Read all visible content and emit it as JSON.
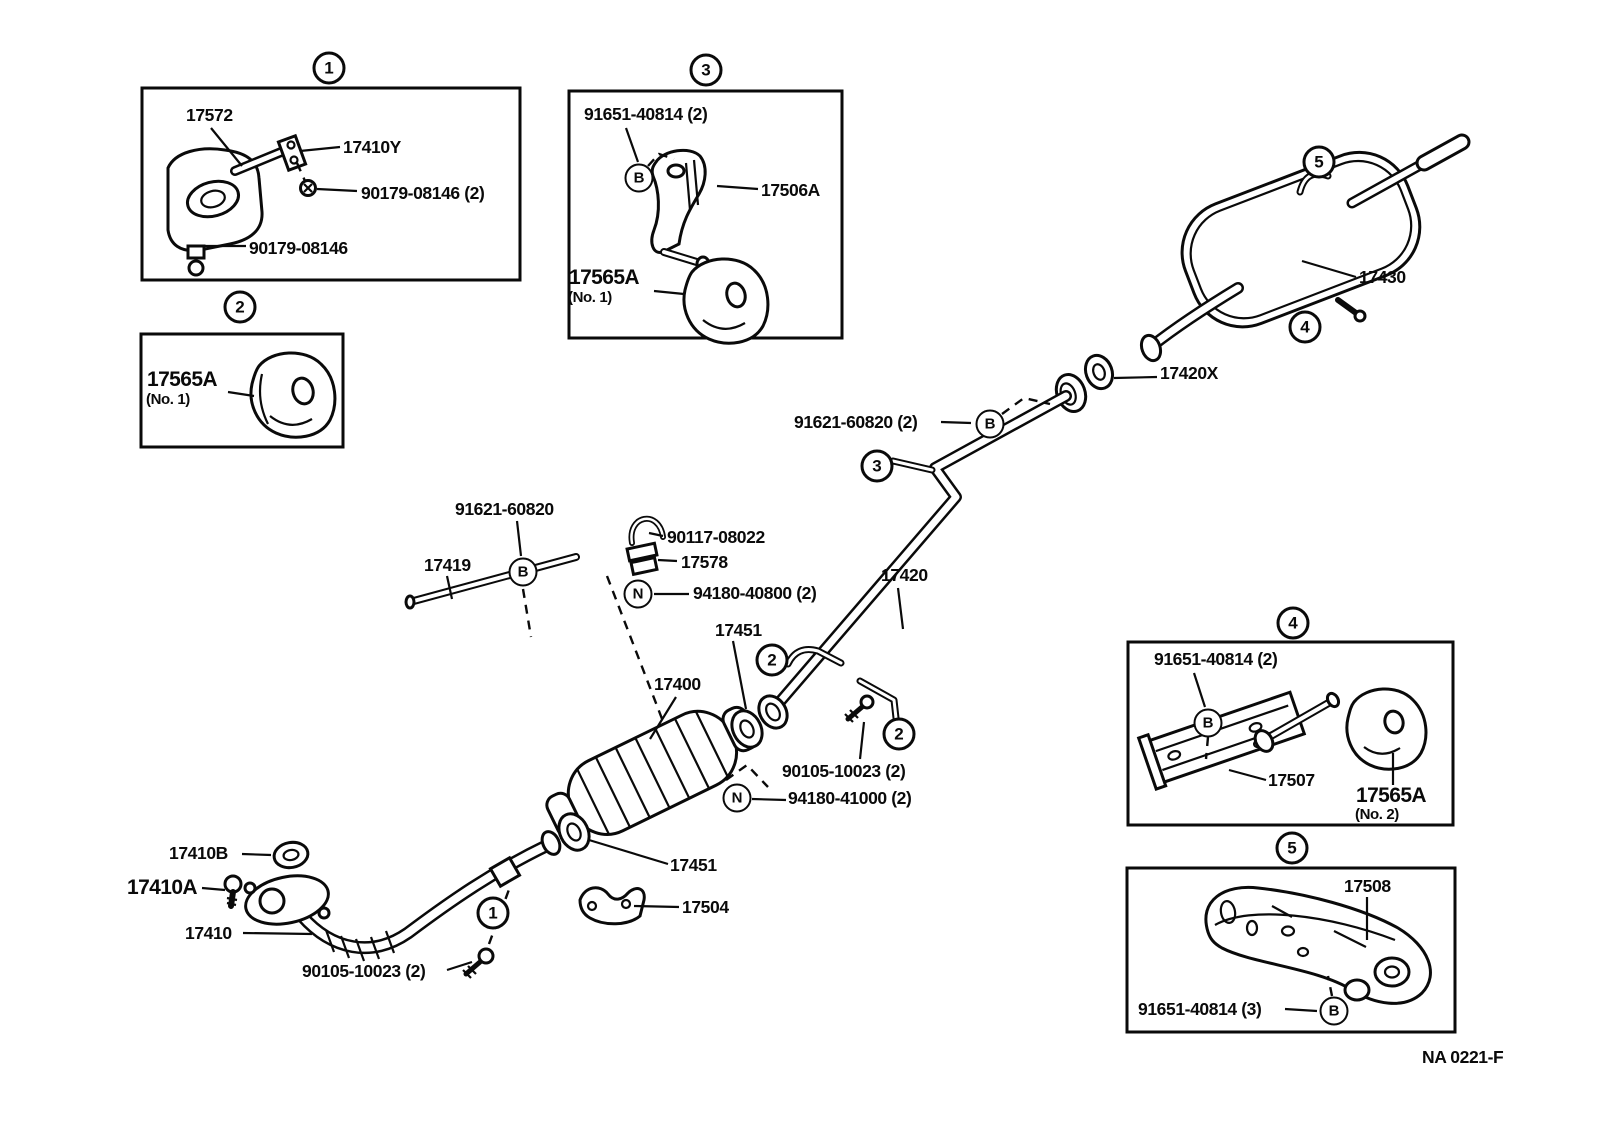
{
  "colors": {
    "ink": "#0a0a0a",
    "paper": "#ffffff"
  },
  "footer": {
    "code": "NA 0221-F"
  },
  "markers": {
    "box1": "1",
    "box2": "2",
    "box3": "3",
    "box4": "4",
    "box5": "5",
    "muffler_top": "5",
    "muffler_pin": "4",
    "pipe_mid": "3",
    "pipe_a": "2",
    "pipe_b": "2",
    "front": "1",
    "b_box3": "B",
    "b_mid": "B",
    "n_mid": "N",
    "b_right": "B",
    "n_lower": "N",
    "b_box4": "B",
    "b_box5": "B"
  },
  "labels": {
    "b1_17572": "17572",
    "b1_17410Y": "17410Y",
    "b1_90179_2": "90179-08146 (2)",
    "b1_90179": "90179-08146",
    "b2_17565A": "17565A",
    "b2_no1": "(No. 1)",
    "b3_91651": "91651-40814 (2)",
    "b3_17506A": "17506A",
    "b3_17565A": "17565A",
    "b3_no1": "(No. 1)",
    "m_17430": "17430",
    "m_17420X": "17420X",
    "m_91621_2": "91621-60820 (2)",
    "mid_91621": "91621-60820",
    "mid_90117": "90117-08022",
    "mid_17578": "17578",
    "mid_94180_40800": "94180-40800 (2)",
    "mid_17419": "17419",
    "mid_17420": "17420",
    "mid_17451a": "17451",
    "mid_17400": "17400",
    "mid_90105a": "90105-10023 (2)",
    "mid_94180_41000": "94180-41000 (2)",
    "mid_17451b": "17451",
    "mid_17504": "17504",
    "bl_17410B": "17410B",
    "bl_17410A": "17410A",
    "bl_17410": "17410",
    "bl_90105b": "90105-10023 (2)",
    "b4_91651": "91651-40814 (2)",
    "b4_17507": "17507",
    "b4_17565A": "17565A",
    "b4_no2": "(No. 2)",
    "b5_17508": "17508",
    "b5_91651": "91651-40814 (3)"
  }
}
